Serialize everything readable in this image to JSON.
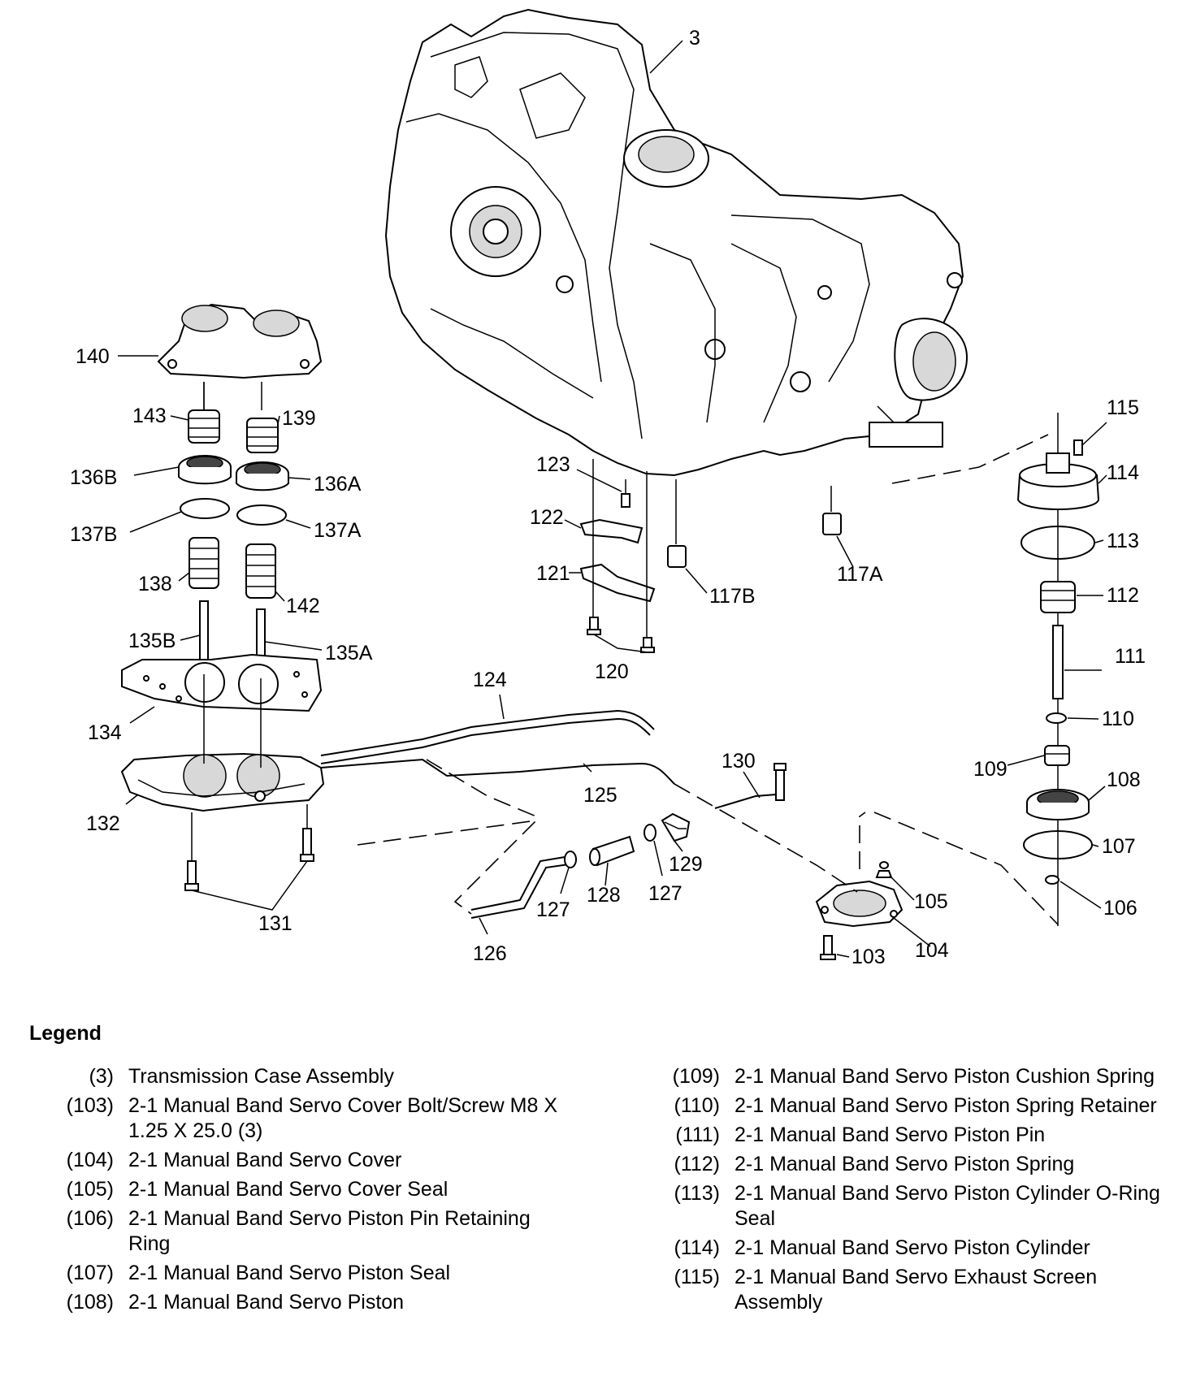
{
  "callouts": [
    "3",
    "115",
    "114",
    "113",
    "112",
    "111",
    "110",
    "109",
    "108",
    "107",
    "106",
    "105",
    "104",
    "103",
    "140",
    "143",
    "139",
    "136B",
    "136A",
    "137B",
    "137A",
    "138",
    "142",
    "135B",
    "135A",
    "134",
    "132",
    "131",
    "123",
    "122",
    "121",
    "120",
    "117B",
    "117A",
    "124",
    "125",
    "126",
    "127",
    "128",
    "129",
    "130"
  ],
  "legend": {
    "title": "Legend",
    "left": [
      {
        "num": "(3)",
        "text": "Transmission Case Assembly"
      },
      {
        "num": "(103)",
        "text": "2-1 Manual Band Servo Cover Bolt/Screw M8 X 1.25 X 25.0 (3)"
      },
      {
        "num": "(104)",
        "text": "2-1 Manual Band Servo Cover"
      },
      {
        "num": "(105)",
        "text": "2-1 Manual Band Servo Cover Seal"
      },
      {
        "num": "(106)",
        "text": "2-1 Manual Band Servo Piston Pin Retaining Ring"
      },
      {
        "num": "(107)",
        "text": "2-1 Manual Band Servo Piston Seal"
      },
      {
        "num": "(108)",
        "text": "2-1 Manual Band Servo Piston"
      }
    ],
    "right": [
      {
        "num": "(109)",
        "text": "2-1 Manual Band Servo Piston Cushion Spring"
      },
      {
        "num": "(110)",
        "text": "2-1 Manual Band Servo Piston Spring Retainer"
      },
      {
        "num": "(111)",
        "text": "2-1 Manual Band Servo Piston Pin"
      },
      {
        "num": "(112)",
        "text": "2-1 Manual Band Servo Piston Spring"
      },
      {
        "num": "(113)",
        "text": "2-1 Manual Band Servo Piston Cylinder O-Ring Seal"
      },
      {
        "num": "(114)",
        "text": "2-1 Manual Band Servo Piston Cylinder"
      },
      {
        "num": "(115)",
        "text": "2-1 Manual Band Servo Exhaust Screen Assembly"
      }
    ]
  }
}
